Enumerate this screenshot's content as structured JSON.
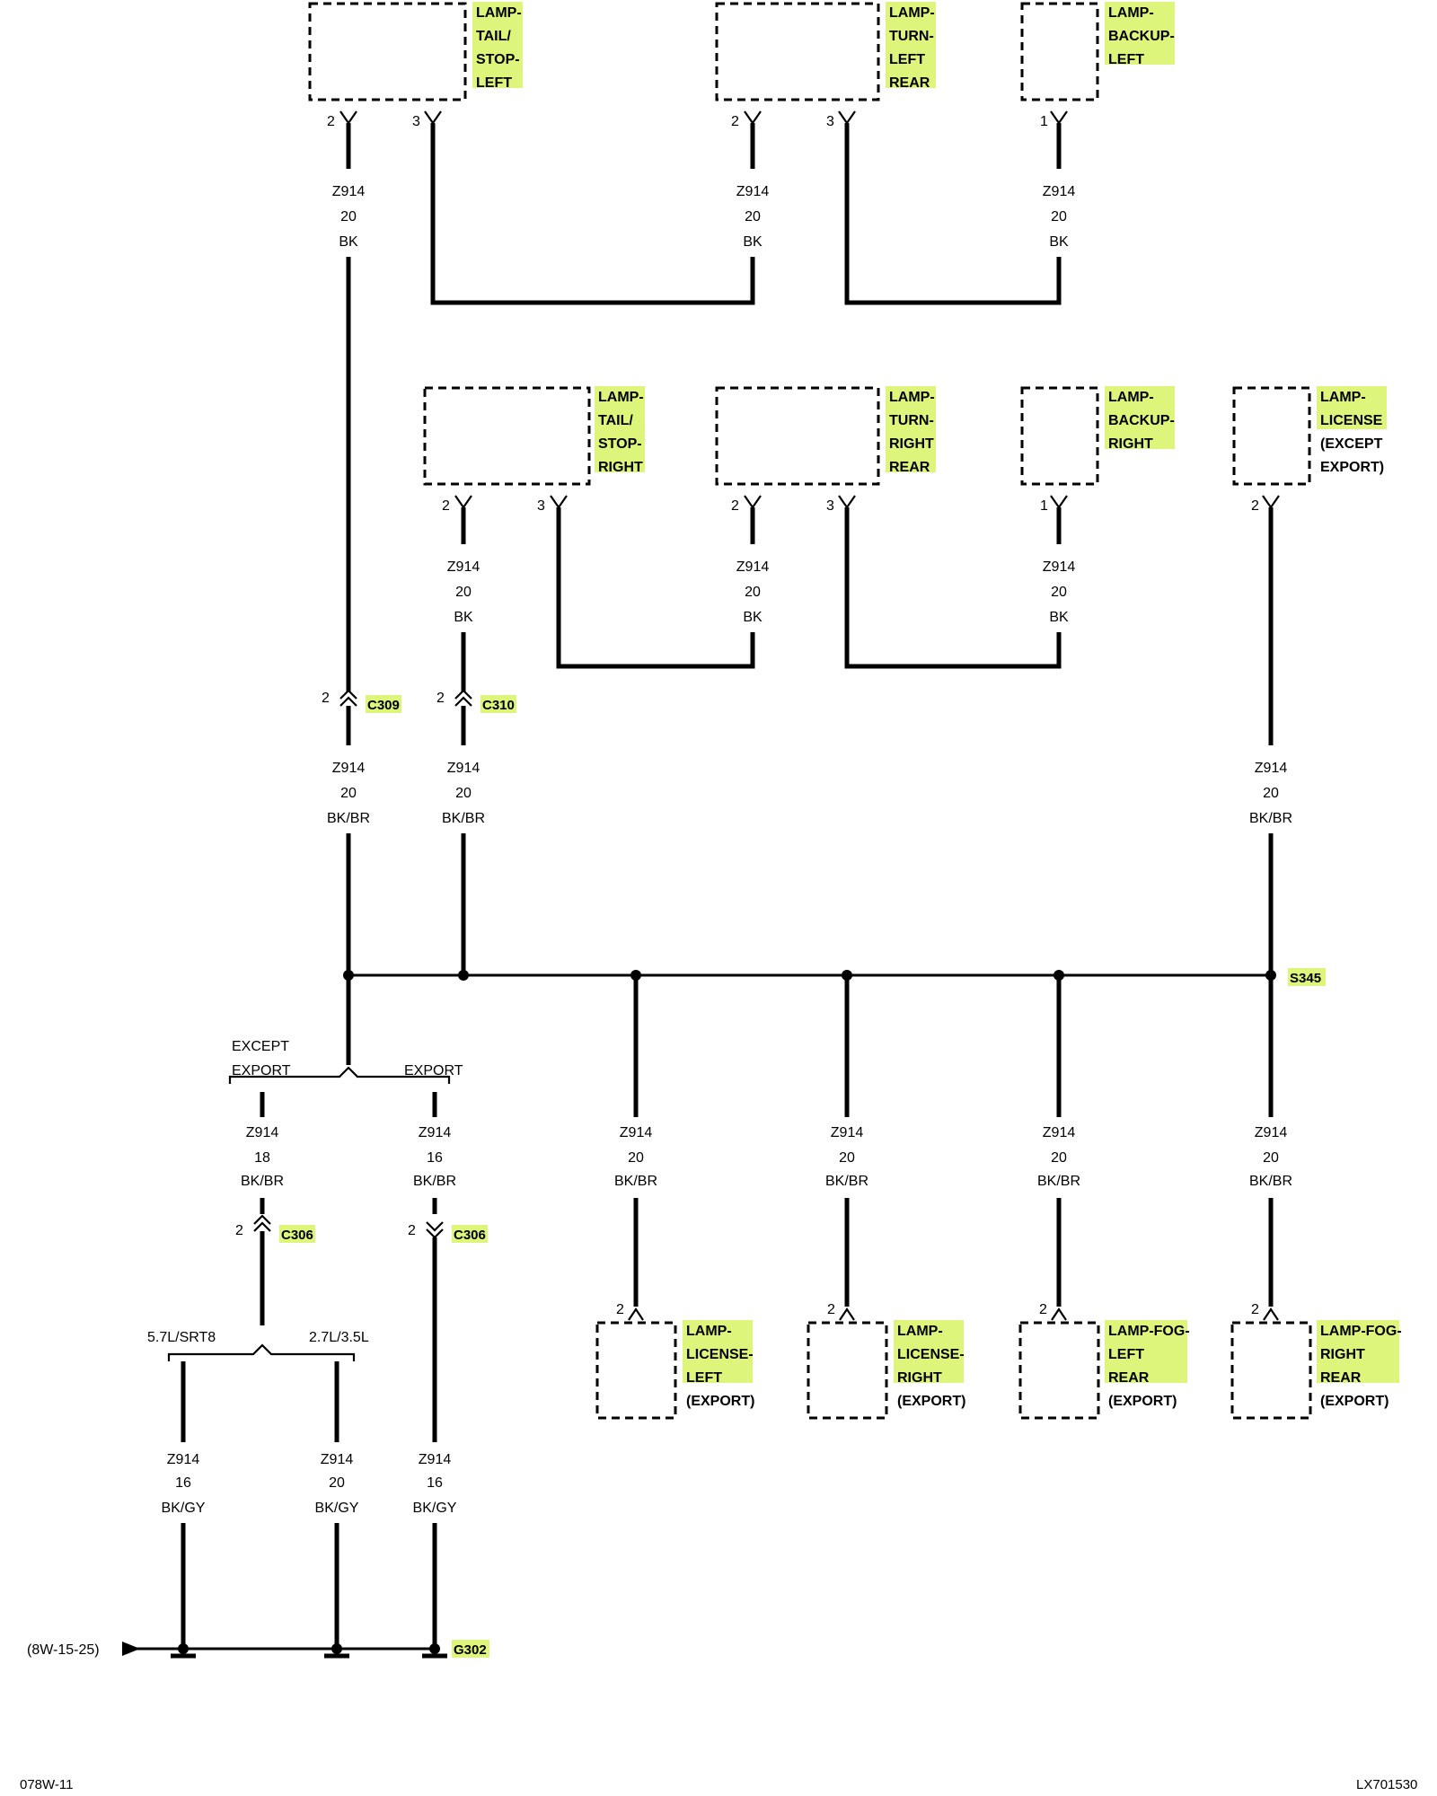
{
  "wire_id": "Z914",
  "components": {
    "tail_stop_left": [
      "LAMP-",
      "TAIL/",
      "STOP-",
      "LEFT"
    ],
    "turn_left_rear": [
      "LAMP-",
      "TURN-",
      "LEFT",
      "REAR"
    ],
    "backup_left": [
      "LAMP-",
      "BACKUP-",
      "LEFT"
    ],
    "tail_stop_right": [
      "LAMP-",
      "TAIL/",
      "STOP-",
      "RIGHT"
    ],
    "turn_right_rear": [
      "LAMP-",
      "TURN-",
      "RIGHT",
      "REAR"
    ],
    "backup_right": [
      "LAMP-",
      "BACKUP-",
      "RIGHT"
    ],
    "license_except": [
      "LAMP-",
      "LICENSE",
      "(EXCEPT",
      "EXPORT)"
    ],
    "license_left": [
      "LAMP-",
      "LICENSE-",
      "LEFT",
      "(EXPORT)"
    ],
    "license_right": [
      "LAMP-",
      "LICENSE-",
      "RIGHT",
      "(EXPORT)"
    ],
    "fog_left": [
      "LAMP-FOG-",
      "LEFT",
      "REAR",
      "(EXPORT)"
    ],
    "fog_right": [
      "LAMP-FOG-",
      "RIGHT",
      "REAR",
      "(EXPORT)"
    ]
  },
  "pins": {
    "p1": "1",
    "p2": "2",
    "p3": "3"
  },
  "gauges": {
    "g16": "16",
    "g18": "18",
    "g20": "20"
  },
  "colors": {
    "bk": "BK",
    "bkbr": "BK/BR",
    "bkgy": "BK/GY"
  },
  "connectors": {
    "c309": "C309",
    "c310": "C310",
    "c306": "C306"
  },
  "splice": "S345",
  "ground": "G302",
  "branches": {
    "except_export": [
      "EXCEPT",
      "EXPORT"
    ],
    "export": "EXPORT",
    "engine_a": "5.7L/SRT8",
    "engine_b": "2.7L/3.5L"
  },
  "ground_ref": "(8W-15-25)",
  "footer": {
    "page_id": "078W-11",
    "figure_id": "LX701530"
  },
  "highlight_color": "#dcf57a"
}
